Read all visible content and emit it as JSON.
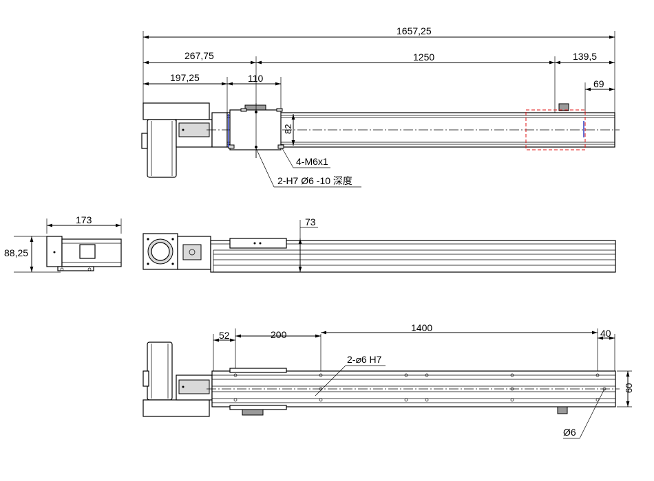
{
  "top_view": {
    "overall_length": "1657,25",
    "motor_offset": "267,75",
    "stroke": "1250",
    "end_offset": "139,5",
    "carriage_edge_offset": "197,25",
    "carriage_length": "110",
    "end_gap": "69",
    "carriage_width": "82",
    "thread_callout": "4-M6x1",
    "pin_callout": "2-H7 Ø6 -10 深度"
  },
  "side_view": {
    "width": "173",
    "height": "88,25",
    "carriage_height": "73"
  },
  "bottom_view": {
    "offset_52": "52",
    "offset_200": "200",
    "pitch": "1400",
    "end_40": "40",
    "width_60": "60",
    "pin_callout": "2-⌀6 H7",
    "hole_callout": "Ø6"
  }
}
